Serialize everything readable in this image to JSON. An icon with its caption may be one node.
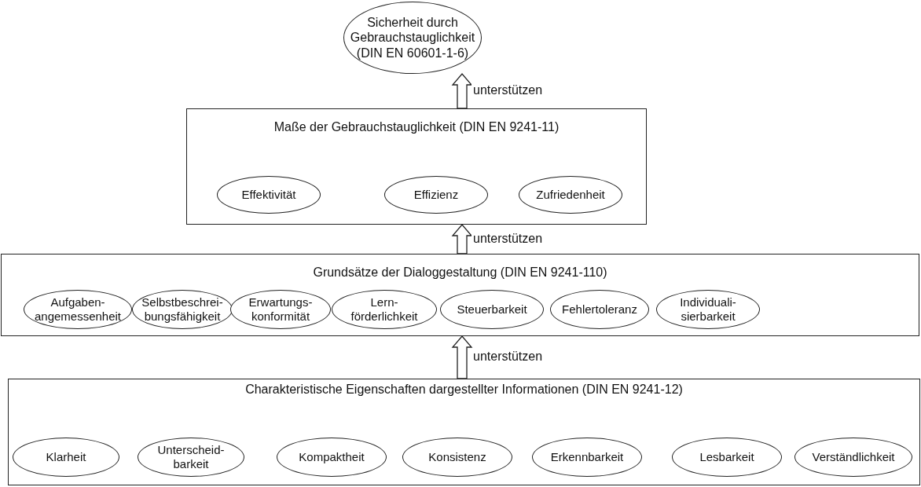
{
  "diagram": {
    "nodes": [
      {
        "text": [
          "Sicherheit durch Gebrauchstauglichkeit (DIN EN 60601-1-6)"
        ]
      },
      {
        "text": [
          "Maße der Gebrauchstauglichkeit (DIN EN 9241-11)"
        ]
      },
      {
        "text": [
          "Effektivität"
        ],
        "in": 1
      },
      {
        "text": [
          "Effizienz"
        ],
        "in": 1
      },
      {
        "text": [
          "Zufriedenheit"
        ],
        "in": 1
      },
      {
        "text": [
          "Grundsätze der Dialoggestaltung (DIN EN 9241-110)"
        ]
      },
      {
        "text": [
          "Aufgaben- angemessenheit"
        ],
        "in": 5
      },
      {
        "text": [
          "Selbstbeschrei- bungsfähigkeit"
        ],
        "in": 5
      },
      {
        "text": [
          "Erwartungs- konformität"
        ],
        "in": 5
      },
      {
        "text": [
          "Lern- förderlichkeit"
        ],
        "in": 5
      },
      {
        "text": [
          "Steuerbarkeit"
        ],
        "in": 5
      },
      {
        "text": [
          "Fehlertoleranz"
        ],
        "in": 5
      },
      {
        "text": [
          "Individuali- sierbarkeit"
        ],
        "in": 5
      },
      {
        "text": [
          "Charakteristische Eigenschaften dargestellter Informationen (DIN EN 9241-12)"
        ]
      },
      {
        "text": [
          "Klarheit"
        ],
        "in": 13
      },
      {
        "text": [
          "Unterscheid- barkeit"
        ],
        "in": 13
      },
      {
        "text": [
          "Kompaktheit"
        ],
        "in": 13
      },
      {
        "text": [
          "Konsistenz"
        ],
        "in": 13
      },
      {
        "text": [
          "Erkennbarkeit"
        ],
        "in": 13
      },
      {
        "text": [
          "Lesbarkeit"
        ],
        "in": 13
      },
      {
        "text": [
          "Verständlichkeit"
        ],
        "in": 13
      }
    ],
    "edges": [
      {
        "from": 1,
        "to": 0,
        "arrow": "to",
        "label": "unterstützen",
        "style": "thick"
      },
      {
        "from": 5,
        "to": 1,
        "arrow": "to",
        "label": "unterstützen",
        "style": "thick"
      },
      {
        "from": 13,
        "to": 5,
        "arrow": "to",
        "label": "unterstützen",
        "style": "thick"
      }
    ]
  }
}
